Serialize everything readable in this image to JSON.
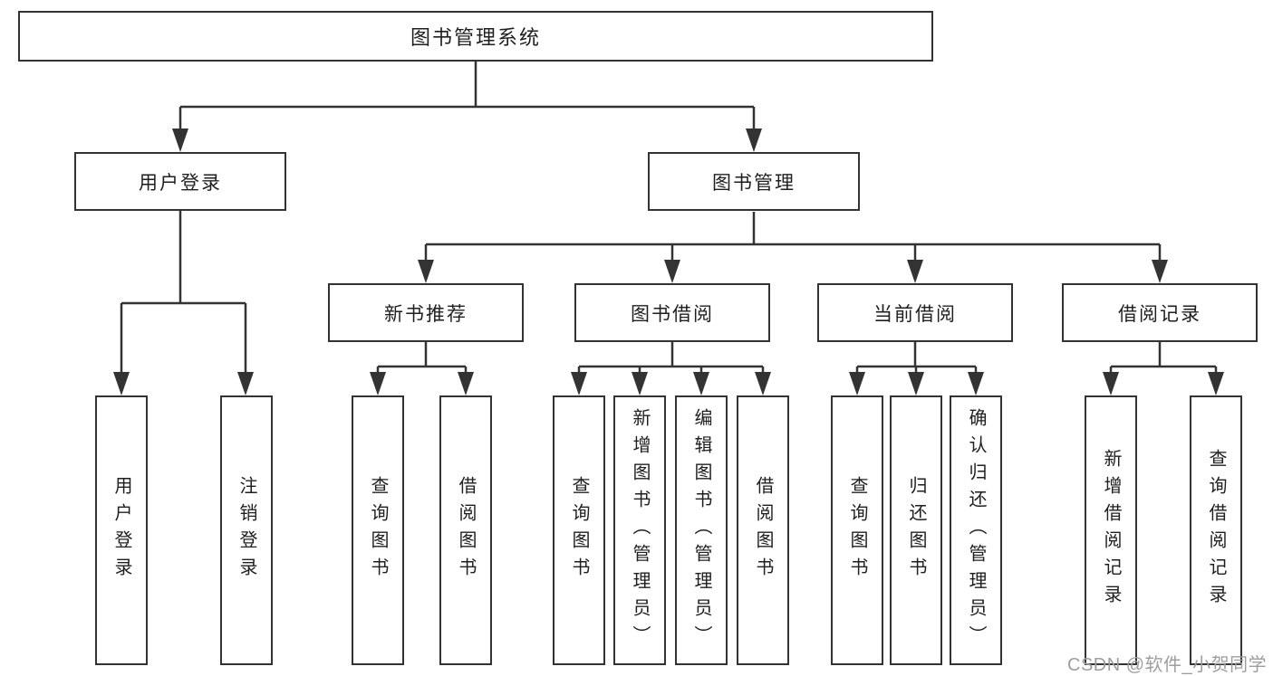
{
  "diagram": {
    "root": {
      "label": "图书管理系统",
      "children": [
        {
          "label": "用户登录",
          "children": [
            {
              "label": "用户登录"
            },
            {
              "label": "注销登录"
            }
          ]
        },
        {
          "label": "图书管理",
          "children": [
            {
              "label": "新书推荐",
              "children": [
                {
                  "label": "查询图书"
                },
                {
                  "label": "借阅图书"
                }
              ]
            },
            {
              "label": "图书借阅",
              "children": [
                {
                  "label": "查询图书"
                },
                {
                  "label": "新增图书（管理员）"
                },
                {
                  "label": "编辑图书（管理员）"
                },
                {
                  "label": "借阅图书"
                }
              ]
            },
            {
              "label": "当前借阅",
              "children": [
                {
                  "label": "查询图书"
                },
                {
                  "label": "归还图书"
                },
                {
                  "label": "确认归还（管理员）"
                }
              ]
            },
            {
              "label": "借阅记录",
              "children": [
                {
                  "label": "新增借阅记录"
                },
                {
                  "label": "查询借阅记录"
                }
              ]
            }
          ]
        }
      ]
    },
    "watermark": "CSDN @软件_小贺同学",
    "colors": {
      "line": "#333333",
      "text": "#1f1f1f",
      "watermark": "#9e9e9e",
      "background": "#ffffff"
    }
  }
}
